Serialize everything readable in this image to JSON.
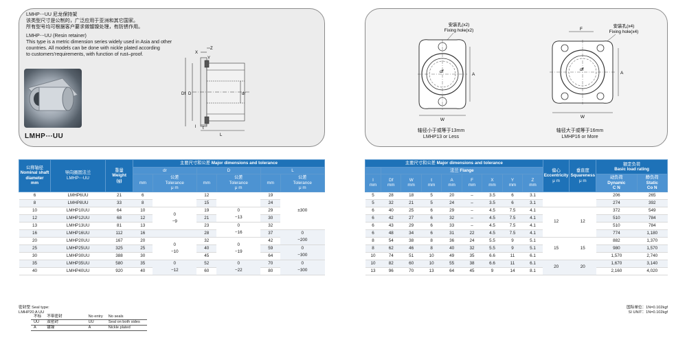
{
  "intro": {
    "cn_title": "LMHP⋯UU 尼龙保持架",
    "cn_line1": "该类型尺寸是公制的，广泛应用于亚洲和其它国家。",
    "cn_line2": "所有型号均可根据客户要求做镀镍处理，有防锈作用。",
    "en_title": "LMHP⋯UU (Resin retainer)",
    "en_line1": "This type is a metric dimension series widely used in Asia and other",
    "en_line2": "countries. All models can be done with nickle plated according",
    "en_line3": "to customers'requirements, with function of rust–proof."
  },
  "photo_title": "LMHP⋯UU",
  "drawing_labels": {
    "z": "Z",
    "y": "Y",
    "x": "X",
    "df": "Df",
    "d_big": "D",
    "dr": "dr",
    "l": "l",
    "t": "t",
    "L": "L"
  },
  "flange": {
    "small": {
      "hole_cn": "安装孔(x2)",
      "hole_en": "Fixing hole(x2)",
      "cap_cn": "轴径小于或等于13mm",
      "cap_en": "LMHP13 or Less",
      "w": "W",
      "a": "A",
      "df": "df"
    },
    "large": {
      "hole_cn": "安装孔(x4)",
      "hole_en": "Fixing hole(x4)",
      "cap_cn": "轴径大于或等于16mm",
      "cap_en": "LMHP16 or More",
      "w": "W",
      "a": "A",
      "f": "F",
      "df": "df"
    }
  },
  "left_table": {
    "h_shaft_cn": "公称轴径",
    "h_shaft_en": "Nominal shaft diameter",
    "h_shaft_unit": "mm",
    "h_model_cn": "导向圈固法兰",
    "h_model_en": "LMHP⋯UU",
    "h_weight_cn": "重量",
    "h_weight_en": "Weight",
    "h_weight_unit": "(g)",
    "h_major_cn": "主要尺寸和公差",
    "h_major_en": "Major dimensions and tolerance",
    "h_dr": "dr",
    "h_D": "D",
    "h_L": "L",
    "h_mm": "mm",
    "h_tol_cn": "公差",
    "h_tol_en": "Tolerance",
    "h_um": "μ m",
    "rows": [
      [
        "6",
        "LMHP6UU",
        "21",
        "6",
        "12",
        "19"
      ],
      [
        "8",
        "LMHP8UU",
        "33",
        "8",
        "15",
        "24"
      ],
      [
        "10",
        "LMHP10UU",
        "64",
        "10",
        "19",
        "29"
      ],
      [
        "12",
        "LMHP12UU",
        "68",
        "12",
        "21",
        "30"
      ],
      [
        "13",
        "LMHP13UU",
        "81",
        "13",
        "23",
        "32"
      ],
      [
        "16",
        "LMHP16UU",
        "112",
        "16",
        "28",
        "37"
      ],
      [
        "20",
        "LMHP20UU",
        "167",
        "20",
        "32",
        "42"
      ],
      [
        "25",
        "LMHP25UU",
        "325",
        "25",
        "40",
        "59"
      ],
      [
        "30",
        "LMHP30UU",
        "388",
        "30",
        "45",
        "64"
      ],
      [
        "35",
        "LMHP35UU",
        "580",
        "35",
        "52",
        "70"
      ],
      [
        "40",
        "LMHP40UU",
        "920",
        "40",
        "60",
        "80"
      ]
    ],
    "tol": {
      "dr_a_1": "0",
      "dr_a_2": "−9",
      "dr_b_1": "0",
      "dr_b_2": "−10",
      "dr_c_1": "0",
      "dr_c_2": "−12",
      "D_1": "0",
      "D_2": "−13",
      "D_3": "0",
      "D_4": "−16",
      "D_5": "0",
      "D_6": "−19",
      "D_7": "0",
      "D_8": "−22",
      "L_1": "±300",
      "L_2": "0",
      "L_3": "−200",
      "L_4": "0",
      "L_5": "−300",
      "L_6": "0",
      "L_7": "−300"
    }
  },
  "right_table": {
    "h_major_cn": "主要尺寸和公差",
    "h_major_en": "Major dimensions and tolerance",
    "h_flange_cn": "法兰",
    "h_flange_en": "Flange",
    "h_cols": [
      "I",
      "Df",
      "W",
      "t",
      "A",
      "F",
      "X",
      "Y",
      "Z"
    ],
    "h_mm": "mm",
    "h_ecc_cn": "偏心",
    "h_ecc_en": "Eccentricity",
    "h_sq_cn": "垂直度",
    "h_sq_en": "Squareness",
    "h_um": "μ m",
    "h_load_cn": "额定负荷",
    "h_load_en": "Basic load rating",
    "h_dyn_cn": "动负荷",
    "h_dyn_en": "Dynamic",
    "h_dyn_unit": "C N",
    "h_sta_cn": "静负荷",
    "h_sta_en": "Static",
    "h_sta_unit": "Co N",
    "ecc_1": "12",
    "sq_1": "12",
    "ecc_2": "15",
    "sq_2": "15",
    "ecc_3": "20",
    "sq_3": "20",
    "rows": [
      [
        "5",
        "28",
        "18",
        "5",
        "20",
        "–",
        "3.5",
        "6",
        "3.1",
        "206",
        "265"
      ],
      [
        "5",
        "32",
        "21",
        "5",
        "24",
        "–",
        "3.5",
        "6",
        "3.1",
        "274",
        "392"
      ],
      [
        "6",
        "40",
        "25",
        "6",
        "29",
        "–",
        "4.5",
        "7.5",
        "4.1",
        "372",
        "549"
      ],
      [
        "6",
        "42",
        "27",
        "6",
        "32",
        "–",
        "4.5",
        "7.5",
        "4.1",
        "510",
        "784"
      ],
      [
        "6",
        "43",
        "29",
        "6",
        "33",
        "–",
        "4.5",
        "7.5",
        "4.1",
        "510",
        "784"
      ],
      [
        "6",
        "48",
        "34",
        "6",
        "31",
        "22",
        "4.5",
        "7.5",
        "4.1",
        "774",
        "1,180"
      ],
      [
        "8",
        "54",
        "38",
        "8",
        "36",
        "24",
        "5.5",
        "9",
        "5.1",
        "882",
        "1,370"
      ],
      [
        "8",
        "62",
        "46",
        "8",
        "40",
        "32",
        "5.5",
        "9",
        "5.1",
        "980",
        "1,570"
      ],
      [
        "10",
        "74",
        "51",
        "10",
        "49",
        "35",
        "6.6",
        "11",
        "6.1",
        "1,570",
        "2,740"
      ],
      [
        "10",
        "82",
        "60",
        "10",
        "55",
        "38",
        "6.6",
        "11",
        "6.1",
        "1,670",
        "3,140"
      ],
      [
        "13",
        "96",
        "70",
        "13",
        "64",
        "45",
        "9",
        "14",
        "8.1",
        "2,160",
        "4,020"
      ]
    ]
  },
  "seal": {
    "title": "密封型 Seal type:",
    "code": "LMHP20 A UU",
    "r1a": "不标",
    "r1b": "不带密封",
    "r1c": "No entry",
    "r1d": "No seals",
    "r2a": "UU",
    "r2b": "双密封",
    "r2c": "UU",
    "r2d": "Seal on both sides",
    "r3a": "A",
    "r3b": "镀镍",
    "r3c": "A",
    "r3d": "Nickle plated"
  },
  "units": {
    "line1": "国际单位：1N=0.102kgf",
    "line2": "SI UNIT：1N=0.102kgf"
  }
}
